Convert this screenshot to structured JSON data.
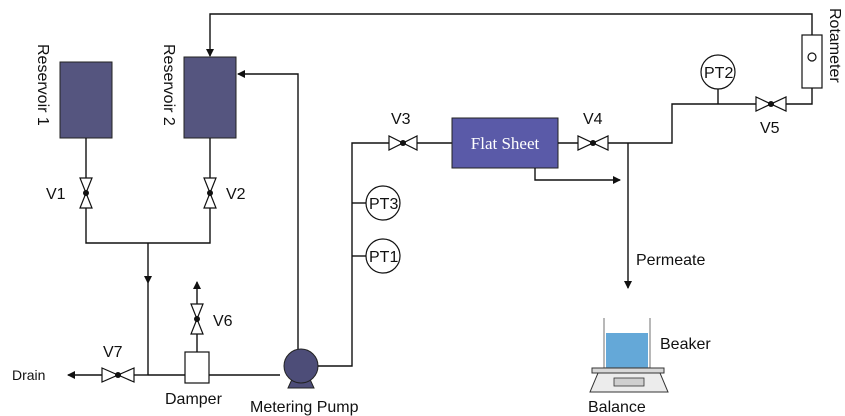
{
  "reservoirs": {
    "r1": "Reservoir 1",
    "r2": "Reservoir 2"
  },
  "valves": {
    "v1": "V1",
    "v2": "V2",
    "v3": "V3",
    "v4": "V4",
    "v5": "V5",
    "v6": "V6",
    "v7": "V7"
  },
  "gauges": {
    "pt1": "PT1",
    "pt2": "PT2",
    "pt3": "PT3"
  },
  "components": {
    "flat_sheet": "Flat Sheet",
    "rotameter": "Rotameter",
    "metering_pump": "Metering Pump",
    "damper": "Damper",
    "drain": "Drain",
    "permeate": "Permeate",
    "beaker": "Beaker",
    "balance": "Balance"
  },
  "colors": {
    "module_fill": "#5a5aa8",
    "reservoir_fill": "#55557f",
    "pump_fill": "#4d4d78",
    "liquid_fill": "#64a8d8"
  }
}
